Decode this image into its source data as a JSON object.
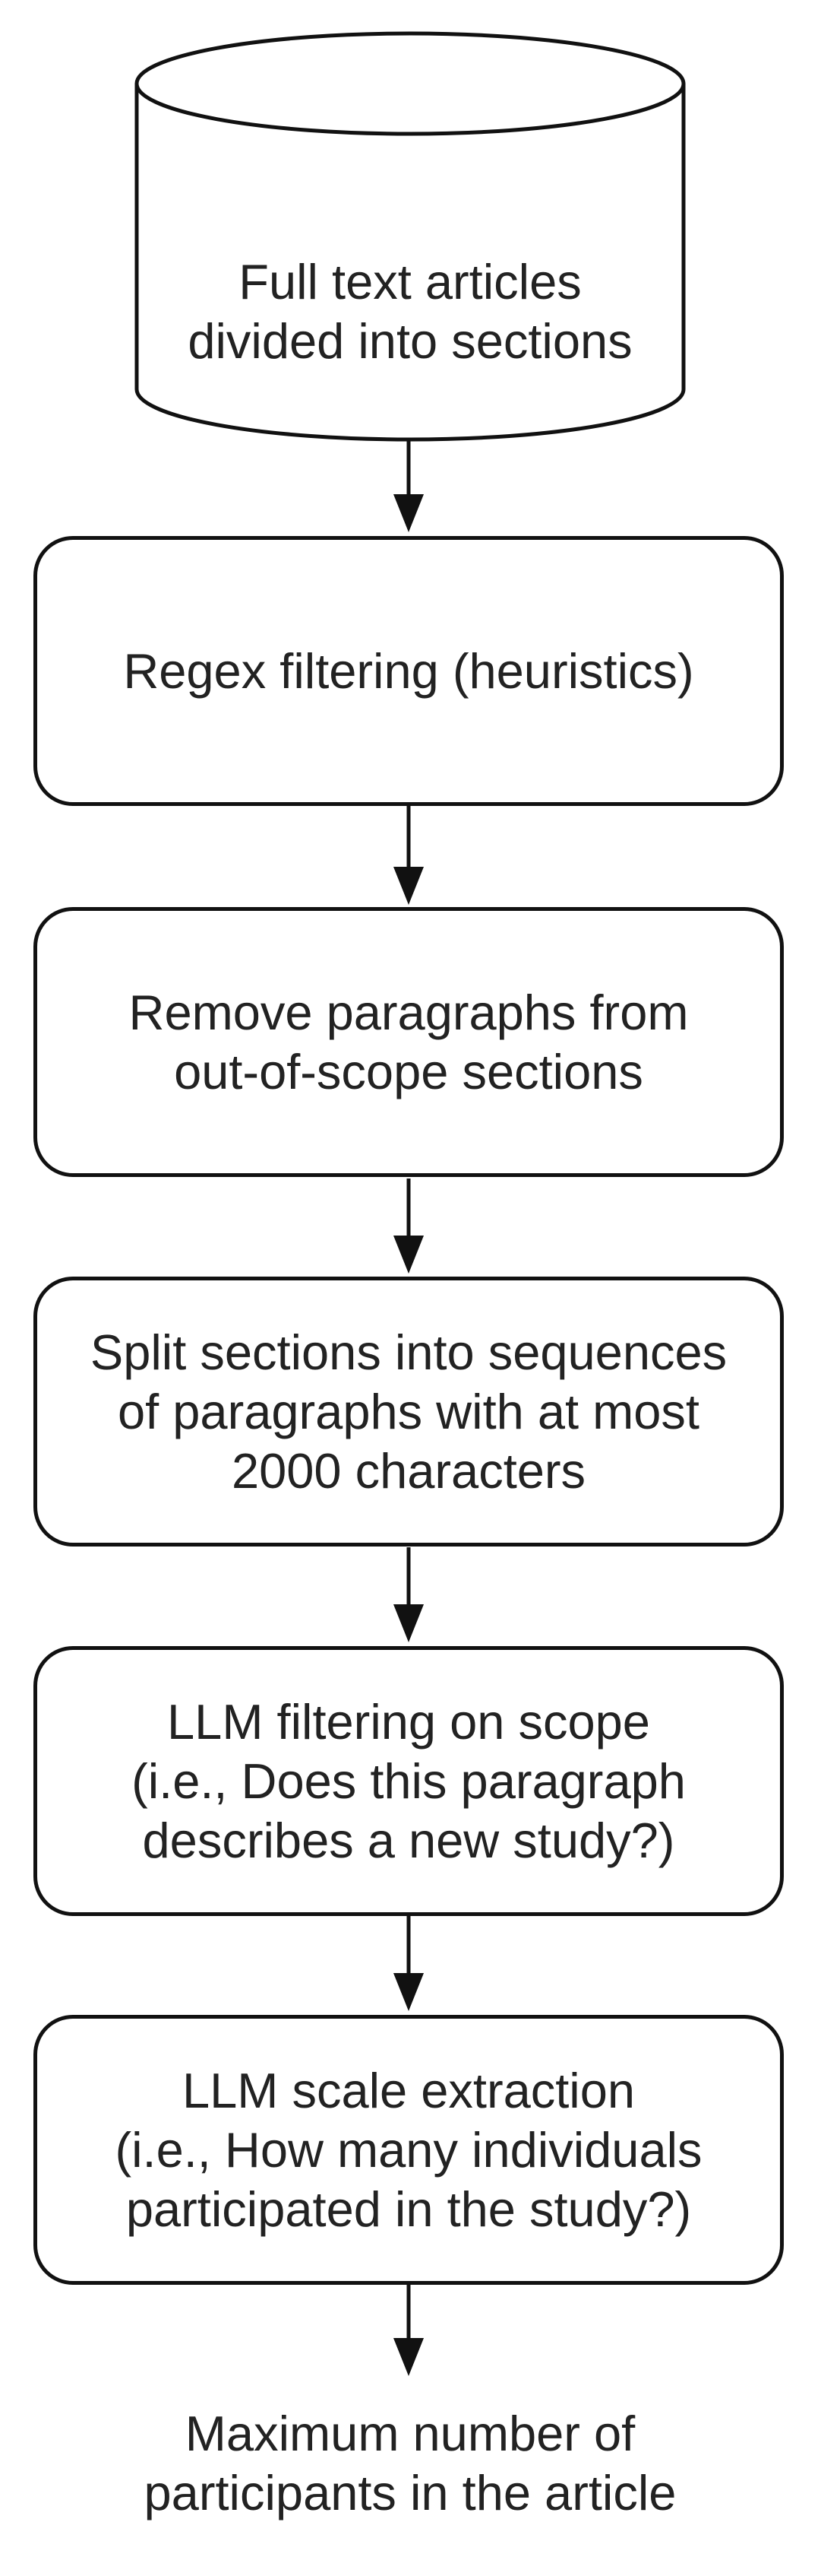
{
  "nodes": {
    "source": {
      "line1": "Full text articles",
      "line2": "divided into sections"
    },
    "regex": {
      "line1": "Regex filtering (heuristics)"
    },
    "remove": {
      "line1": "Remove paragraphs from",
      "line2": "out-of-scope sections"
    },
    "split": {
      "line1": "Split sections into sequences",
      "line2": "of paragraphs with at most",
      "line3": "2000 characters"
    },
    "llm_scope": {
      "line1": "LLM filtering on scope",
      "line2": "(i.e., Does this paragraph",
      "line3": "describes a new study?)"
    },
    "llm_scale": {
      "line1": "LLM scale extraction",
      "line2": "(i.e., How many individuals",
      "line3": "participated in the study?)"
    },
    "output": {
      "line1": "Maximum number of",
      "line2": "participants in the article"
    }
  },
  "colors": {
    "stroke": "#111111",
    "text": "#222222",
    "background": "#ffffff"
  }
}
